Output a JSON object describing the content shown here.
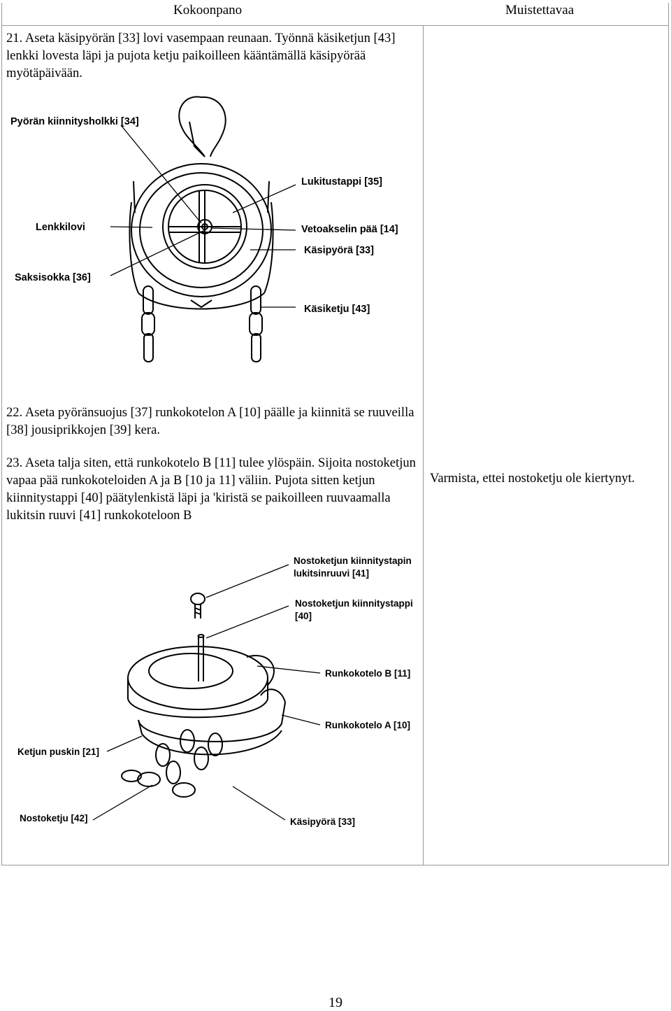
{
  "header": {
    "left": "Kokoonpano",
    "right": "Muistettavaa"
  },
  "steps": {
    "s21": "21. Aseta käsipyörän [33] lovi vasempaan reunaan. Työnnä käsiketjun [43] lenkki lovesta läpi ja pujota ketju paikoilleen kääntämällä käsipyörää myötäpäivään.",
    "s22": "22. Aseta pyöränsuojus [37] runkokotelon A [10] päälle ja kiinnitä se ruuveilla [38] jousiprikkojen [39] kera.",
    "s23": "23. Aseta talja siten, että runkokotelo B [11] tulee ylöspäin. Sijoita nostoketjun vapaa pää runkokoteloiden A ja B [10 ja 11] väliin. Pujota sitten ketjun kiinnitystappi [40] päätylenkistä läpi ja 'kiristä se paikoilleen ruuvaamalla lukitsin ruuvi [41] runkokoteloon B"
  },
  "note_23": "Varmista, ettei nostoketju ole kiertynyt.",
  "figure1": {
    "labels": {
      "sleeve": "Pyörän kiinnitysholkki [34]",
      "lockpin": "Lukitustappi [35]",
      "notch": "Lenkkilovi",
      "shaft": "Vetoakselin pää [14]",
      "wheel": "Käsipyörä [33]",
      "cotter": "Saksisokka [36]",
      "handchain": "Käsiketju [43]"
    }
  },
  "figure2": {
    "labels": {
      "screw_l1": "Nostoketjun kiinnitystapin",
      "screw_l2": "lukitsinruuvi [41]",
      "pin_l1": "Nostoketjun kiinnitystappi",
      "pin_l2": "[40]",
      "bodyB": "Runkokotelo B [11]",
      "bodyA": "Runkokotelo A [10]",
      "stripper": "Ketjun puskin [21]",
      "loadchain": "Nostoketju [42]",
      "wheel": "Käsipyörä [33]"
    }
  },
  "page_number": "19"
}
